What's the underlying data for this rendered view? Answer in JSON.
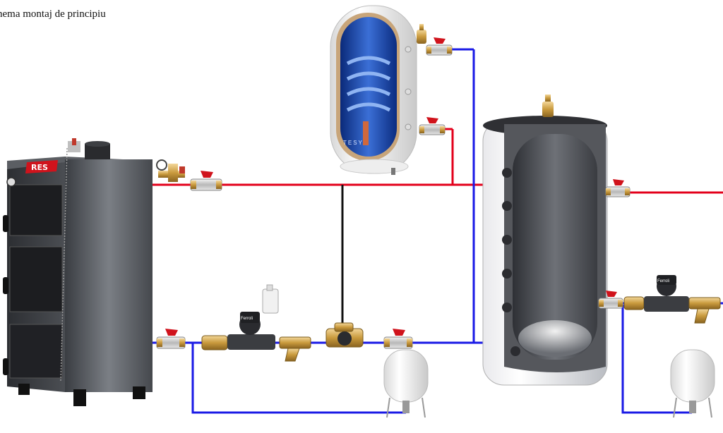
{
  "title": "hema montaj de principiu",
  "boiler_brand": "RES",
  "water_heater_brand": "TESY",
  "pump_brand": "Ferroli",
  "colors": {
    "supply_pipe": "#e3001b",
    "return_pipe": "#1a1ae6",
    "bypass_pipe": "#111111"
  },
  "components": [
    {
      "id": "solid-fuel-boiler"
    },
    {
      "id": "indirect-water-heater"
    },
    {
      "id": "buffer-tank"
    },
    {
      "id": "circulation-pump-boiler-circuit"
    },
    {
      "id": "circulation-pump-heating-circuit"
    },
    {
      "id": "three-way-mixing-valve"
    },
    {
      "id": "y-strainer"
    },
    {
      "id": "expansion-vessel"
    },
    {
      "id": "safety-group"
    },
    {
      "id": "ball-valve"
    },
    {
      "id": "air-vent"
    }
  ]
}
